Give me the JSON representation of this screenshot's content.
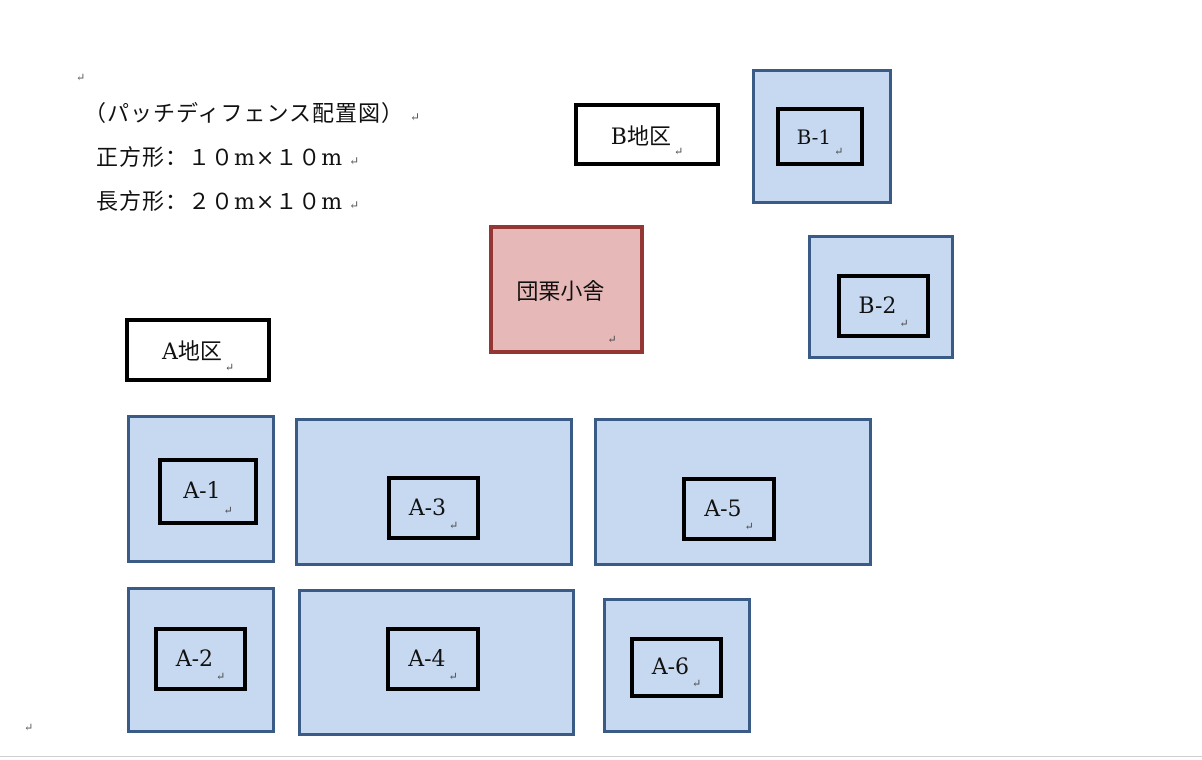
{
  "legend": {
    "title": "（パッチディフェンス配置図）",
    "line1": "正方形：１０m×１０m",
    "line2": "長方形：２０m×１０m"
  },
  "areas": {
    "b_area": "B地区",
    "a_area": "A地区",
    "hut": "団栗小舎"
  },
  "plots": {
    "b1": "B-1",
    "b2": "B-2",
    "a1": "A-1",
    "a2": "A-2",
    "a3": "A-3",
    "a4": "A-4",
    "a5": "A-5",
    "a6": "A-6"
  },
  "colors": {
    "plot_fill": "#c7d9f1",
    "plot_border": "#3b5b87",
    "hut_fill": "#e6b8b8",
    "hut_border": "#943634"
  }
}
